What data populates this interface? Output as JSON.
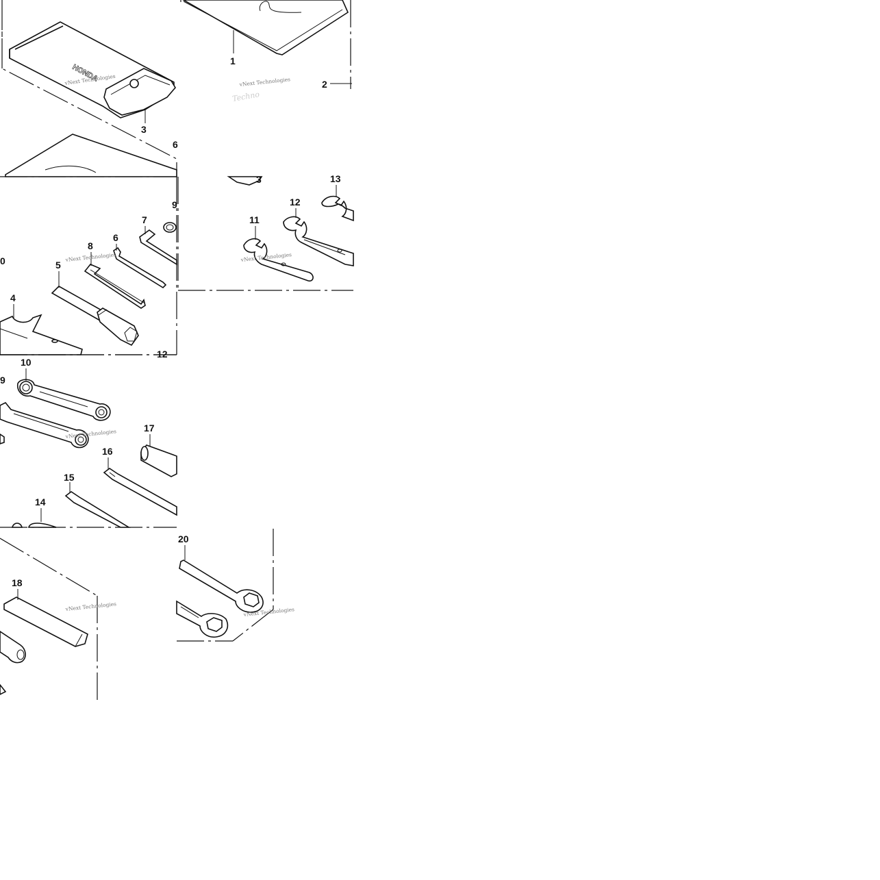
{
  "brand_text": "HONDA",
  "watermark": "vNext Technologies",
  "callouts": [
    "1",
    "2",
    "3",
    "4",
    "5",
    "6",
    "7",
    "8",
    "9",
    "10",
    "11",
    "12",
    "13",
    "14",
    "15",
    "16",
    "17",
    "18",
    "20"
  ]
}
